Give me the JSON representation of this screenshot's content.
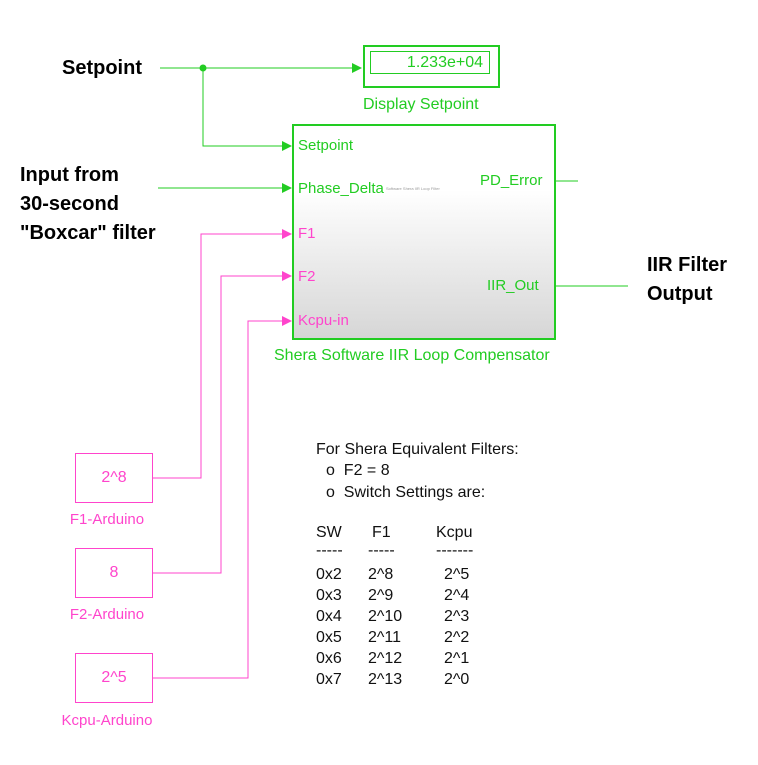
{
  "colors": {
    "signal_green": "#22cc22",
    "signal_pink": "#ff44cc"
  },
  "labels": {
    "setpoint": "Setpoint",
    "input_from": [
      "Input from",
      "30-second",
      "\"Boxcar\" filter"
    ],
    "iir_filter_output": [
      "IIR Filter",
      "Output"
    ]
  },
  "display_block": {
    "value": "1.233e+04",
    "label": "Display Setpoint"
  },
  "subsystem": {
    "name": "Shera Software IIR Loop Compensator",
    "inner_title": "Software Shera IIR Loop Filter",
    "inputs": [
      "Setpoint",
      "Phase_Delta",
      "F1",
      "F2",
      "Kcpu-in"
    ],
    "outputs": [
      "PD_Error",
      "IIR_Out"
    ]
  },
  "constants": [
    {
      "value": "2^8",
      "label": "F1-Arduino"
    },
    {
      "value": "8",
      "label": "F2-Arduino"
    },
    {
      "value": "2^5",
      "label": "Kcpu-Arduino"
    }
  ],
  "note": {
    "heading": "For Shera Equivalent Filters:",
    "bullets": [
      "o  F2 = 8",
      "o  Switch Settings are:"
    ],
    "table_header": [
      "SW",
      "F1",
      "Kcpu"
    ],
    "table_rule": [
      "-----",
      "-----",
      "-------"
    ],
    "rows": [
      [
        "0x2",
        "2^8",
        "2^5"
      ],
      [
        "0x3",
        "2^9",
        "2^4"
      ],
      [
        "0x4",
        "2^10",
        "2^3"
      ],
      [
        "0x5",
        "2^11",
        "2^2"
      ],
      [
        "0x6",
        "2^12",
        "2^1"
      ],
      [
        "0x7",
        "2^13",
        "2^0"
      ]
    ]
  }
}
